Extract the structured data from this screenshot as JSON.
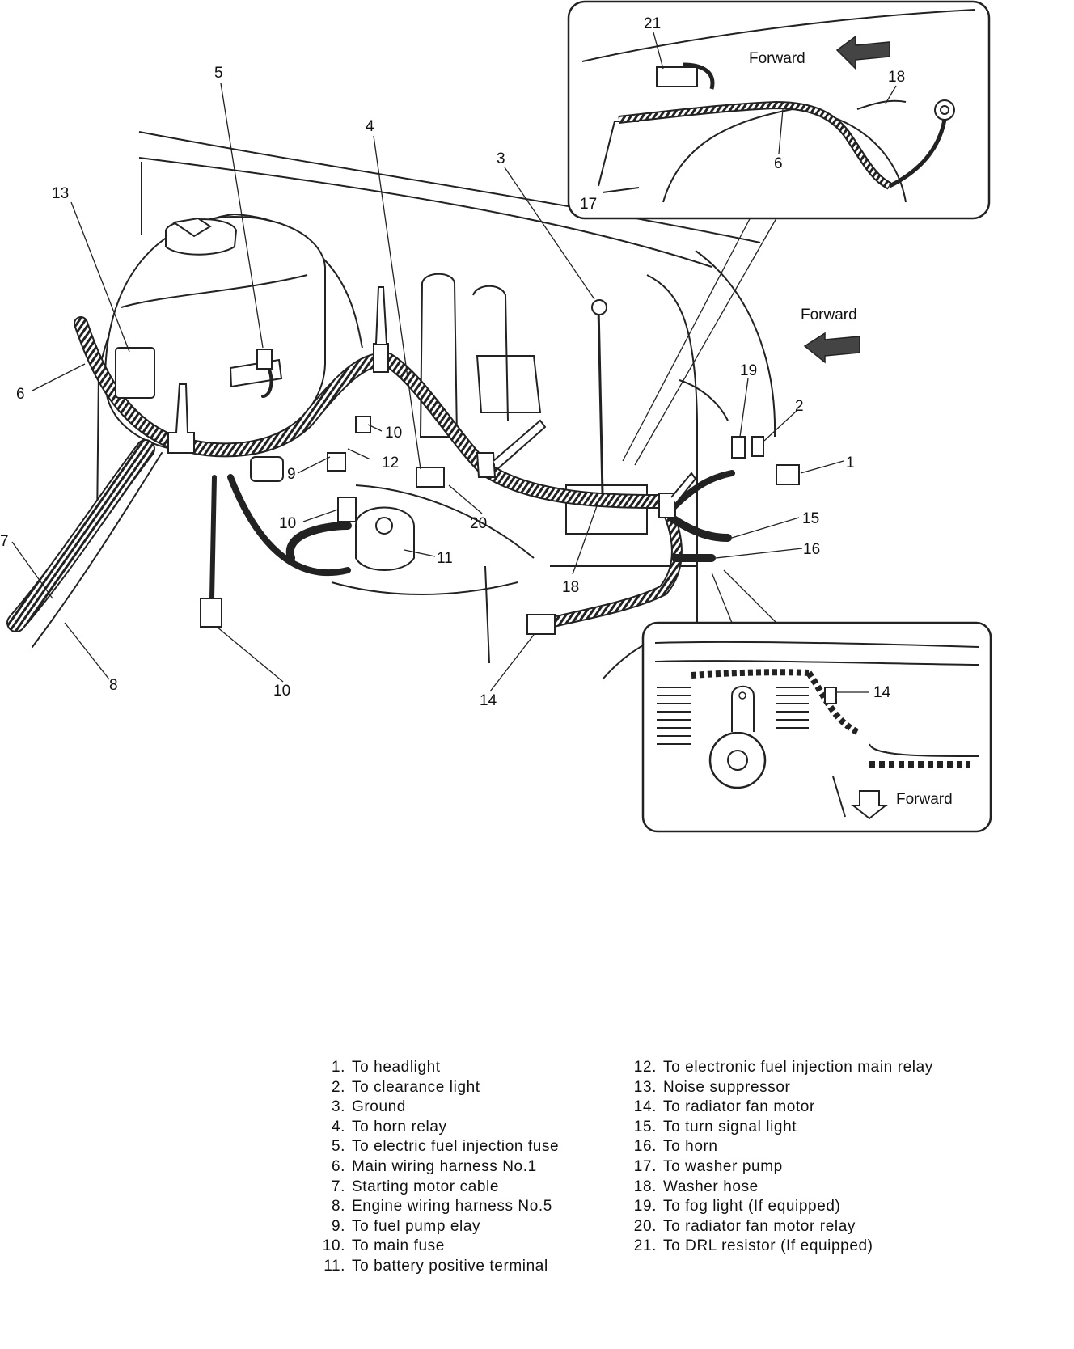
{
  "callouts": {
    "c1": "1",
    "c2": "2",
    "c3": "3",
    "c4": "4",
    "c5": "5",
    "c6": "6",
    "c7": "7",
    "c8": "8",
    "c9": "9",
    "c10a": "10",
    "c10b": "10",
    "c10c": "10",
    "c11": "11",
    "c12": "12",
    "c13": "13",
    "c14": "14",
    "c15": "15",
    "c16": "16",
    "c18": "18",
    "c19": "19",
    "c20": "20"
  },
  "inset_top": {
    "c21": "21",
    "c18": "18",
    "c6": "6",
    "c17": "17",
    "forward": "Forward"
  },
  "inset_bottom": {
    "c14": "14",
    "forward": "Forward"
  },
  "main_forward": "Forward",
  "legend": {
    "left": [
      {
        "n": "1.",
        "text": "To headlight"
      },
      {
        "n": "2.",
        "text": "To clearance light"
      },
      {
        "n": "3.",
        "text": "Ground"
      },
      {
        "n": "4.",
        "text": "To horn relay"
      },
      {
        "n": "5.",
        "text": "To electric fuel injection fuse"
      },
      {
        "n": "6.",
        "text": "Main wiring harness No.1"
      },
      {
        "n": "7.",
        "text": "Starting motor cable"
      },
      {
        "n": "8.",
        "text": "Engine wiring harness No.5"
      },
      {
        "n": "9.",
        "text": "To fuel pump elay"
      },
      {
        "n": "10.",
        "text": "To main fuse"
      },
      {
        "n": "11.",
        "text": "To battery positive terminal"
      }
    ],
    "right": [
      {
        "n": "12.",
        "text": "To electronic fuel injection main relay"
      },
      {
        "n": "13.",
        "text": "Noise suppressor"
      },
      {
        "n": "14.",
        "text": "To radiator fan motor"
      },
      {
        "n": "15.",
        "text": "To turn signal light"
      },
      {
        "n": "16.",
        "text": "To horn"
      },
      {
        "n": "17.",
        "text": "To washer pump"
      },
      {
        "n": "18.",
        "text": "Washer hose"
      },
      {
        "n": "19.",
        "text": "To fog light (If equipped)"
      },
      {
        "n": "20.",
        "text": "To radiator fan motor relay"
      },
      {
        "n": "21.",
        "text": "To DRL resistor (If equipped)"
      }
    ]
  }
}
